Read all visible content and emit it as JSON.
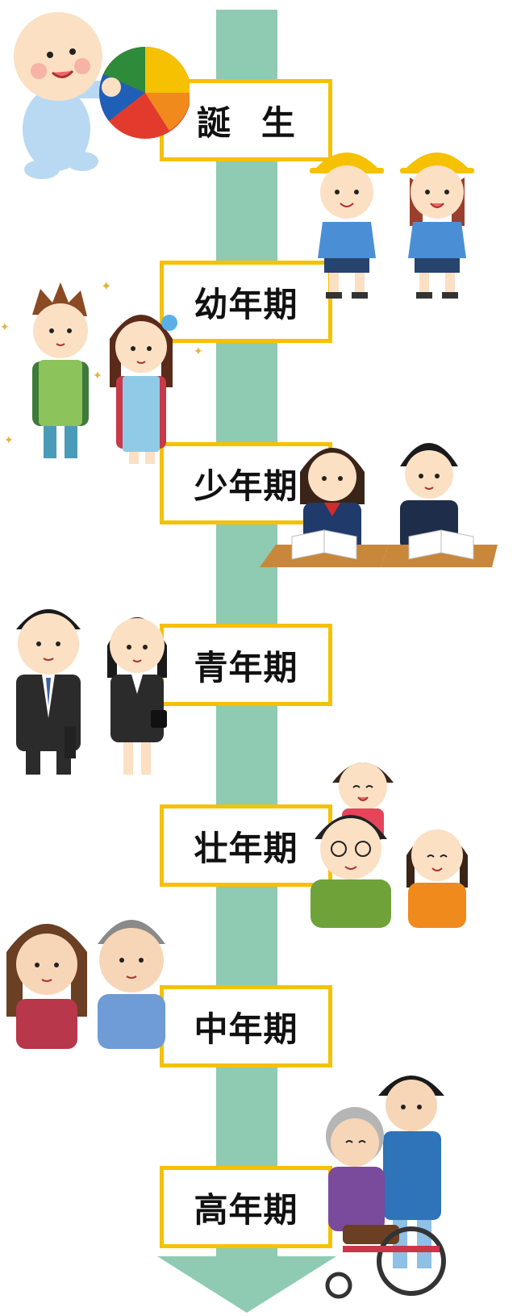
{
  "colors": {
    "arrow": "#8ecbb2",
    "frame": "#f5c100"
  },
  "stages": [
    {
      "label": "誕生",
      "illustration": "baby-with-ball-icon"
    },
    {
      "label": "幼年期",
      "illustration": "kindergarten-children-icon"
    },
    {
      "label": "少年期",
      "illustration": "schoolchildren-icon"
    },
    {
      "label": "青年期",
      "illustration": "students-studying-icon"
    },
    {
      "label": "壮年期",
      "illustration": "business-people-icon"
    },
    {
      "label": "中年期",
      "illustration": "family-icon"
    },
    {
      "label": "高年期",
      "illustration": "elderly-couple-icon"
    }
  ],
  "extra_illustration": "caregiver-wheelchair-icon"
}
